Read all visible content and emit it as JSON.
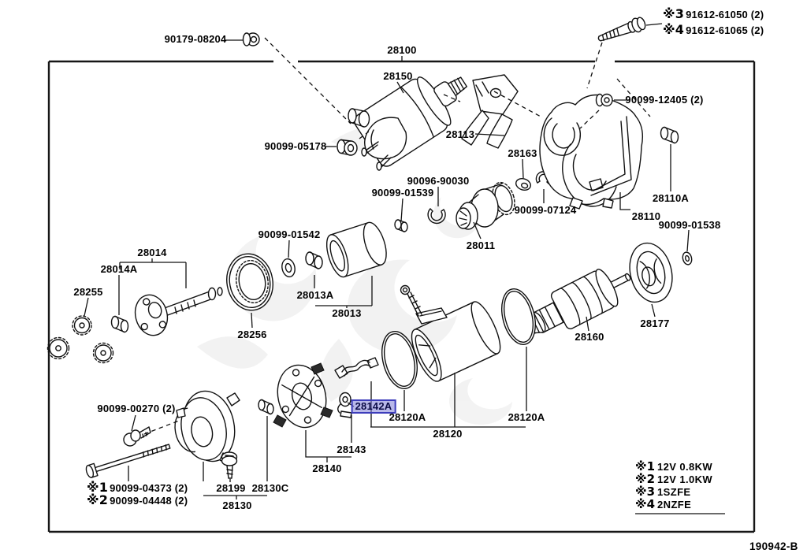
{
  "diagram": {
    "figure_code": "190942-B",
    "assembly_number": "28100",
    "highlighted_part": "28142A",
    "highlight_bg": "#7d7dd7",
    "highlight_border": "#3d3dbb"
  },
  "labels": [
    {
      "text": "90179-08204"
    },
    {
      "marker": "※3",
      "text": "91612-61050 (2)"
    },
    {
      "marker": "※4",
      "text": "91612-61065 (2)"
    },
    {
      "text": "28100"
    },
    {
      "text": "28150"
    },
    {
      "text": "28113"
    },
    {
      "text": "28163"
    },
    {
      "text": "90099-12405 (2)"
    },
    {
      "text": "90099-05178"
    },
    {
      "text": "90096-90030"
    },
    {
      "text": "90099-01539"
    },
    {
      "text": "90099-07124"
    },
    {
      "text": "28110A"
    },
    {
      "text": "28110"
    },
    {
      "text": "90099-01538"
    },
    {
      "text": "28011"
    },
    {
      "text": "90099-01542"
    },
    {
      "text": "28014"
    },
    {
      "text": "28014A"
    },
    {
      "text": "28255"
    },
    {
      "text": "28013A"
    },
    {
      "text": "28013"
    },
    {
      "text": "28256"
    },
    {
      "text": "28177"
    },
    {
      "text": "28160"
    },
    {
      "text": "28142A"
    },
    {
      "text": "28120A"
    },
    {
      "text": "28120"
    },
    {
      "text": "28120A"
    },
    {
      "text": "90099-00270 (2)"
    },
    {
      "text": "28143"
    },
    {
      "text": "28140"
    },
    {
      "marker": "※1",
      "text": "90099-04373 (2)"
    },
    {
      "marker": "※2",
      "text": "90099-04448 (2)"
    },
    {
      "text": "28199"
    },
    {
      "text": "28130C"
    },
    {
      "text": "28130"
    }
  ],
  "legend": {
    "items": [
      {
        "marker": "※1",
        "text": "12V 0.8KW"
      },
      {
        "marker": "※2",
        "text": "12V 1.0KW"
      },
      {
        "marker": "※3",
        "text": "1SZFE"
      },
      {
        "marker": "※4",
        "text": "2NZFE"
      }
    ]
  }
}
